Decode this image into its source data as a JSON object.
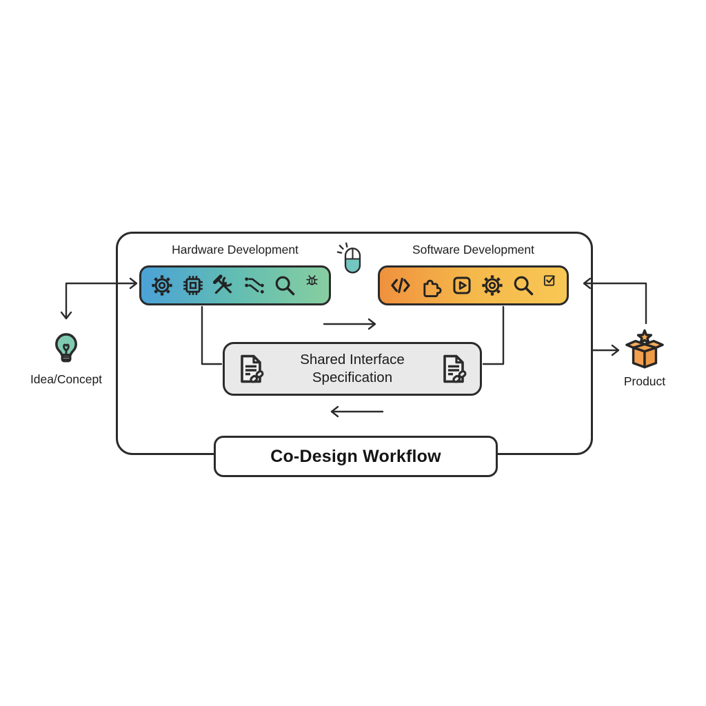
{
  "diagram": {
    "title": "Co-Design Workflow",
    "idea": {
      "label": "Idea/Concept",
      "icon": "lightbulb-icon"
    },
    "product": {
      "label": "Product",
      "icon": "product-box-icon"
    },
    "mouse_icon": "mouse-click-icon",
    "hardware": {
      "title": "Hardware Development",
      "icons": [
        "gear-icon",
        "chip-icon",
        "hammer-wrench-icon",
        "circuit-route-icon",
        "magnifier-icon",
        "bug-icon"
      ],
      "gradient": [
        "#4BA2D7",
        "#62BDB2",
        "#87CEA0"
      ]
    },
    "software": {
      "title": "Software Development",
      "icons": [
        "code-icon",
        "puzzle-icon",
        "play-icon",
        "gear-icon",
        "magnifier-icon",
        "checkbox-icon"
      ],
      "gradient": [
        "#F0913E",
        "#F5B94B",
        "#F8C754"
      ]
    },
    "spec": {
      "line1": "Shared Interface",
      "line2": "Specification",
      "icons": [
        "document-link-icon",
        "document-link-icon"
      ]
    },
    "arrows": [
      {
        "name": "idea-hardware-elbow",
        "heads": [
          "right-into-hardware",
          "down-to-idea"
        ]
      },
      {
        "name": "hardware-to-spec-connector",
        "heads": []
      },
      {
        "name": "software-to-spec-connector",
        "heads": []
      },
      {
        "name": "forward-arrow",
        "direction": "right"
      },
      {
        "name": "feedback-arrow",
        "direction": "left"
      },
      {
        "name": "product-software-elbow",
        "heads": [
          "left-into-software"
        ]
      },
      {
        "name": "frame-to-product-arrow",
        "direction": "right"
      }
    ],
    "colors": {
      "outline": "#2B2B2B",
      "spec_fill": "#E9E9E9",
      "teal": "#7CC9B4",
      "orange": "#F2A050",
      "background": "#FFFFFF"
    }
  }
}
